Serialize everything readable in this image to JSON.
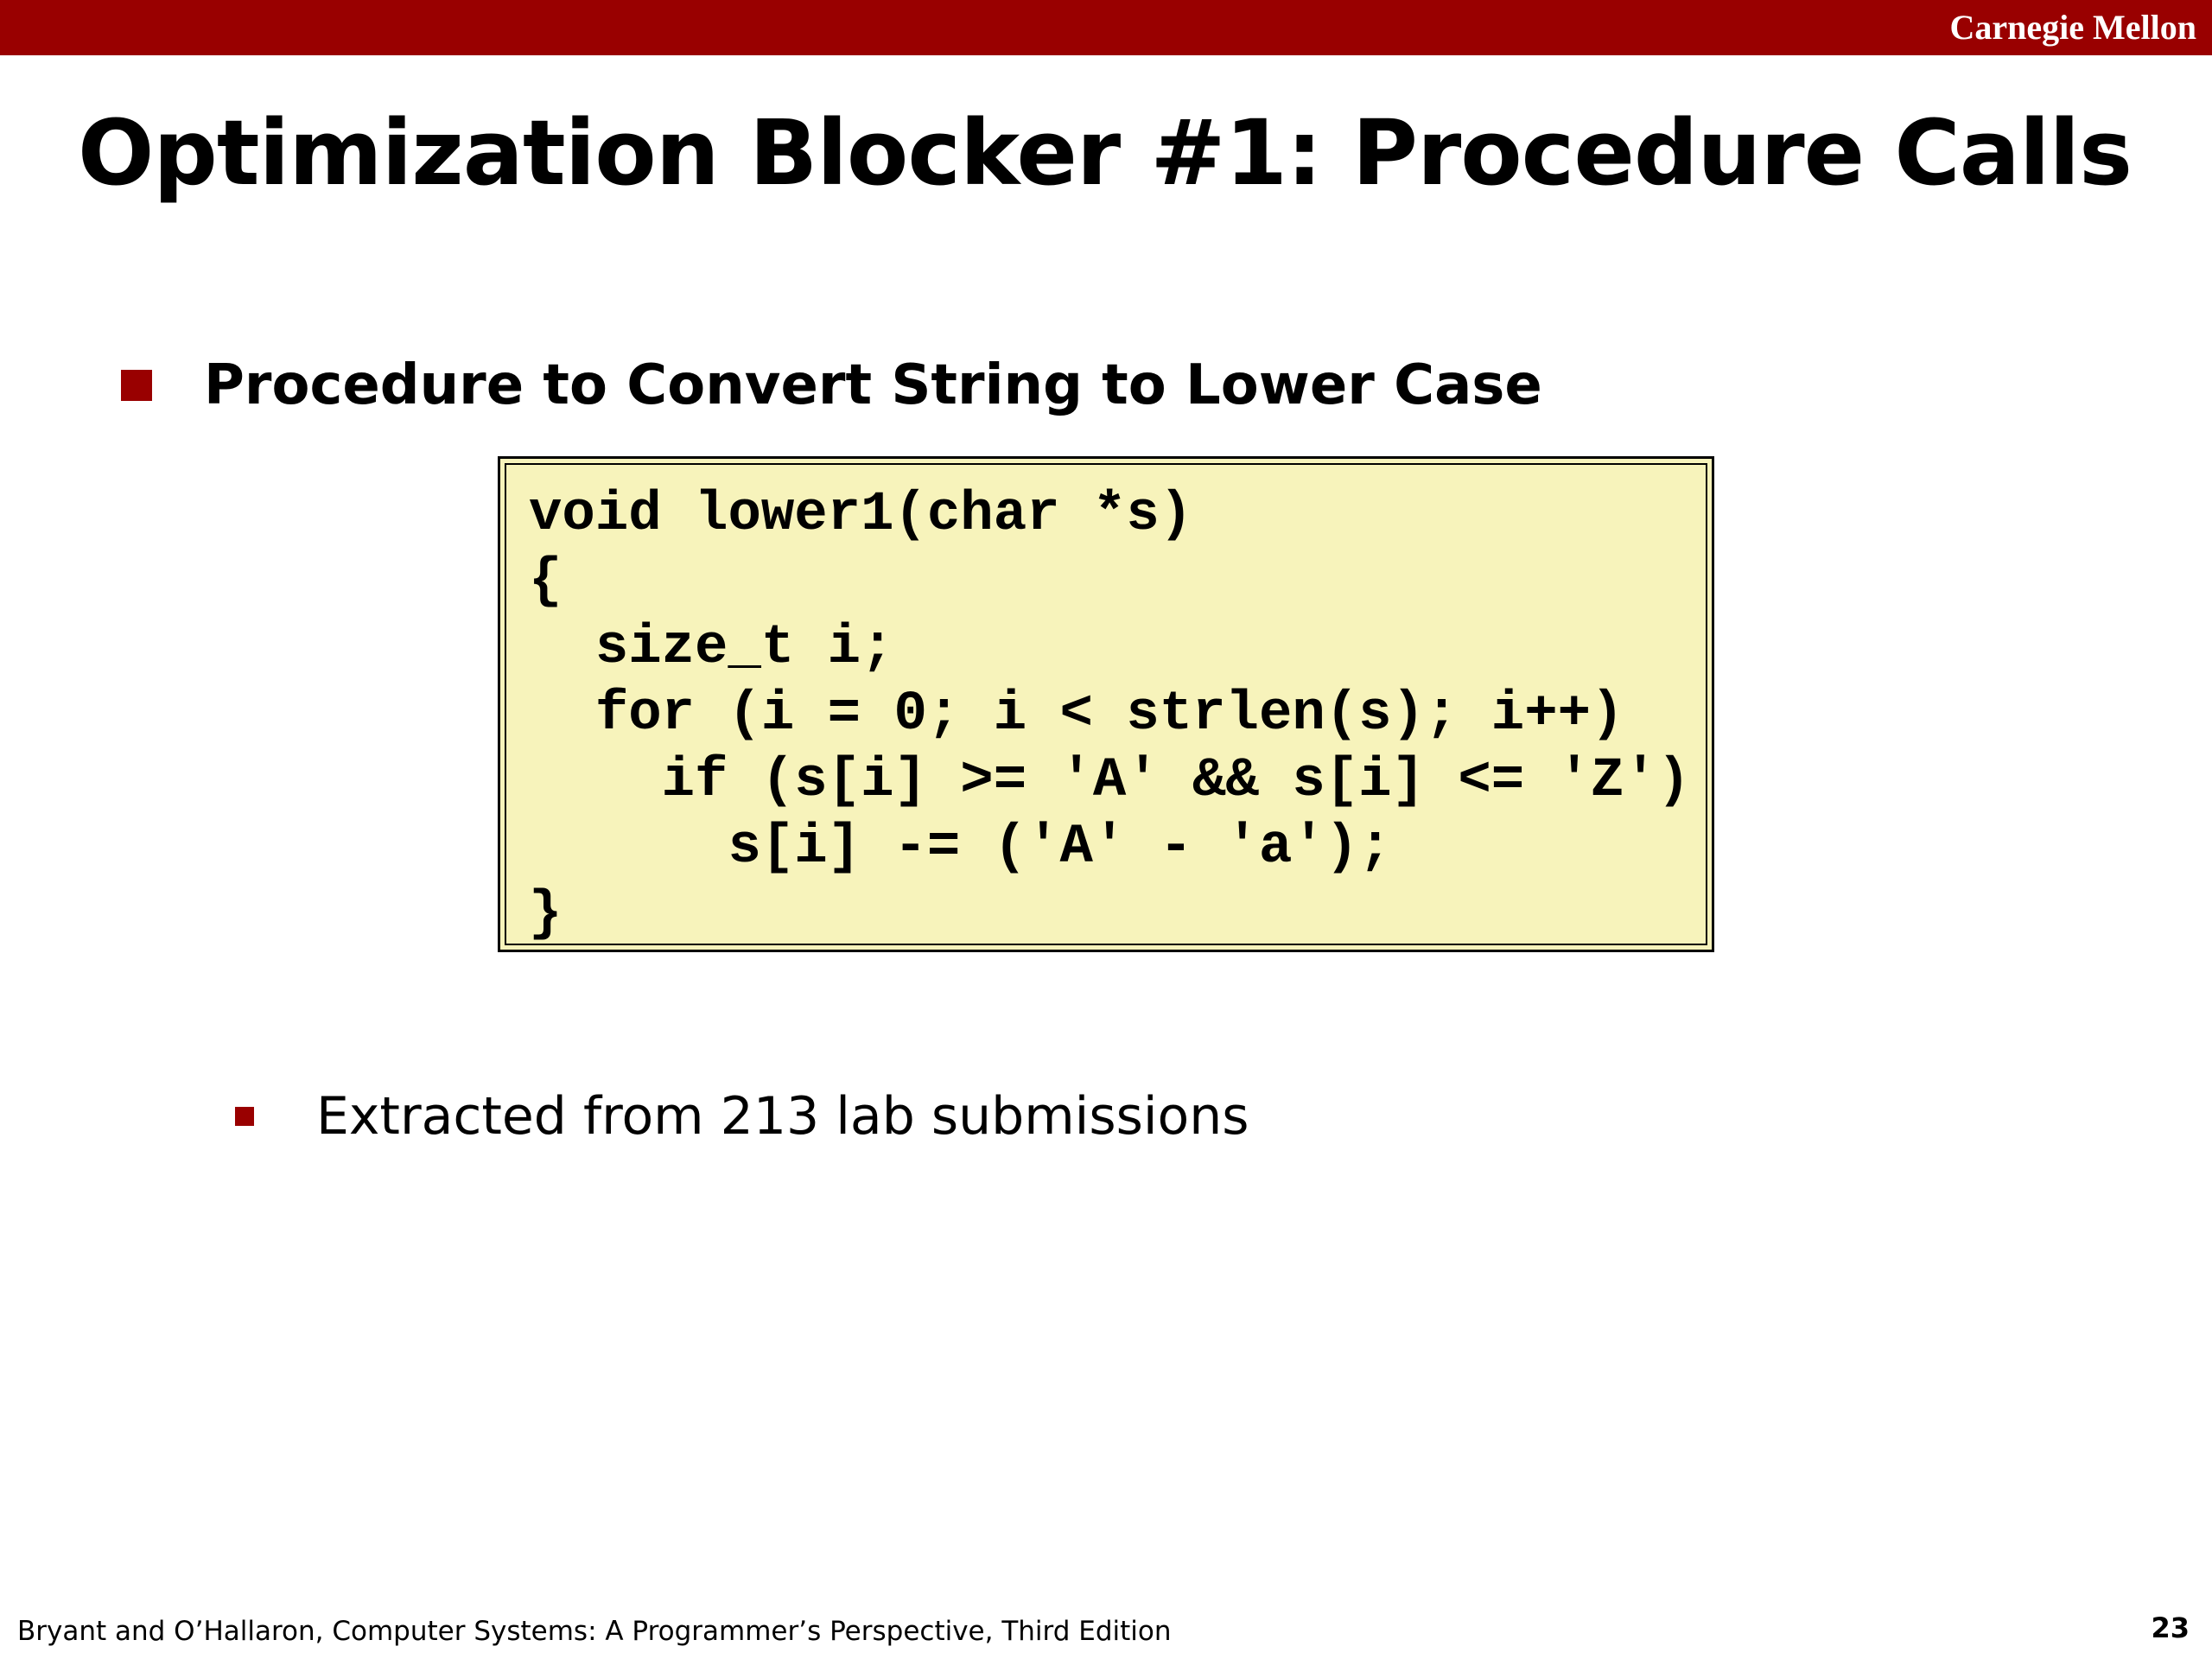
{
  "header": {
    "brand": "Carnegie Mellon",
    "bar_color": "#990000"
  },
  "slide": {
    "title": "Optimization Blocker #1: Procedure Calls",
    "bullet_main": "Procedure to Convert String to Lower Case",
    "code": "void lower1(char *s)\n{\n  size_t i;\n  for (i = 0; i < strlen(s); i++)\n    if (s[i] >= 'A' && s[i] <= 'Z')\n      s[i] -= ('A' - 'a');\n}",
    "code_background": "#f7f3bb",
    "sub_bullet": "Extracted from 213 lab submissions",
    "bullet_color": "#990000"
  },
  "footer": {
    "citation": "Bryant and O’Hallaron, Computer Systems: A Programmer’s Perspective, Third Edition",
    "page_number": "23"
  }
}
